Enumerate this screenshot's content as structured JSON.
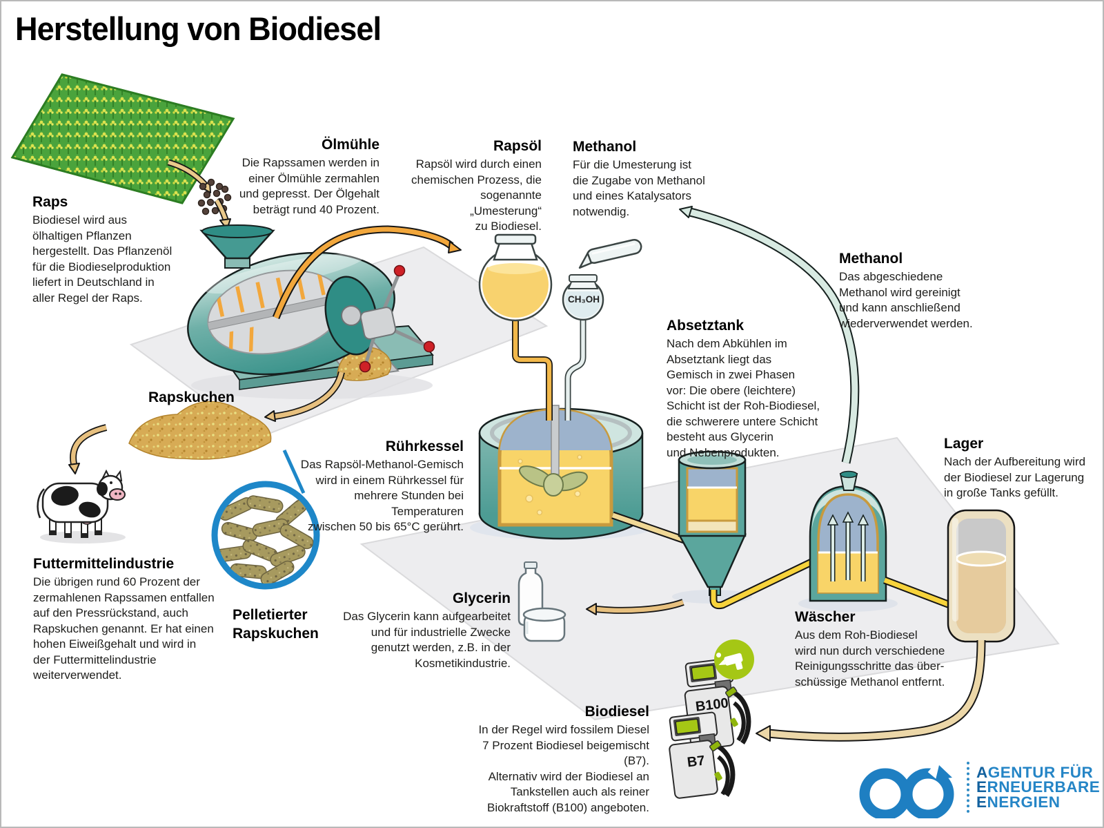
{
  "title": "Herstellung von Biodiesel",
  "nodes": {
    "raps": {
      "heading": "Raps",
      "body": "Biodiesel wird aus\nölhaltigen Pflanzen\nhergestellt. Das Pflanzenöl\nfür die Biodieselproduktion\nliefert in Deutschland in\naller Regel der Raps."
    },
    "oelmuehle": {
      "heading": "Ölmühle",
      "body": "Die Rapssamen werden in\neiner Ölmühle zermahlen\nund gepresst. Der Ölgehalt\nbeträgt rund 40 Prozent."
    },
    "rapsoel": {
      "heading": "Rapsöl",
      "body": "Rapsöl wird durch einen\nchemischen Prozess, die\nsogenannte „Umesterung“\nzu Biodiesel."
    },
    "methanol_in": {
      "heading": "Methanol",
      "body": "Für die Umesterung ist\ndie Zugabe von Methanol\nund eines Katalysators\nnotwendig."
    },
    "methanol_recycle": {
      "heading": "Methanol",
      "body": "Das abgeschiedene\nMethanol wird gereinigt\nund kann anschließend\nwiederverwendet werden."
    },
    "absetztank": {
      "heading": "Absetztank",
      "body": "Nach dem Abkühlen im\nAbsetztank liegt das\nGemisch in zwei Phasen\nvor: Die obere (leichtere)\nSchicht ist der Roh-Biodiesel,\ndie schwerere untere Schicht\nbesteht aus Glycerin\nund Nebenprodukten."
    },
    "ruehrkessel": {
      "heading": "Rührkessel",
      "body": "Das Rapsöl-Methanol-Gemisch\nwird in einem Rührkessel für\nmehrere Stunden bei Temperaturen\nzwischen 50 bis 65°C gerührt."
    },
    "rapskuchen": {
      "heading": "Rapskuchen"
    },
    "pellet": {
      "heading": "Pelletierter\nRapskuchen"
    },
    "futtermittel": {
      "heading": "Futtermittelindustrie",
      "body": "Die übrigen rund 60 Prozent der\nzermahlenen Rapssamen entfallen\nauf den Pressrückstand, auch\nRapskuchen genannt. Er hat einen\nhohen Eiweißgehalt und  wird in\nder Futtermittelindustrie\nweiterverwendet."
    },
    "glycerin": {
      "heading": "Glycerin",
      "body": "Das Glycerin kann aufgearbeitet\nund für industrielle Zwecke\ngenutzt werden, z.B. in der\nKosmetikindustrie."
    },
    "waescher": {
      "heading": "Wäscher",
      "body": "Aus dem Roh-Biodiesel\nwird nun durch verschiedene\nReinigungsschritte das über-\nschüssige Methanol entfernt."
    },
    "lager": {
      "heading": "Lager",
      "body": "Nach der Aufbereitung wird\nder Biodiesel zur Lagerung\nin große Tanks gefüllt."
    },
    "biodiesel": {
      "heading": "Biodiesel",
      "body": "In der Regel wird fossilem Diesel\n7 Prozent Biodiesel beigemischt (B7).\nAlternativ wird der Biodiesel an\nTankstellen auch als reiner\nBiokraftstoff (B100) angeboten."
    }
  },
  "labels": {
    "flask_formula": "CH₃OH",
    "pump_top": "B100",
    "pump_bottom": "B7"
  },
  "logo": {
    "lines": [
      {
        "first": "A",
        "rest": "GENTUR FÜR"
      },
      {
        "first": "E",
        "rest": "RNEUERBARE"
      },
      {
        "first": "E",
        "rest": "NERGIEN"
      }
    ]
  },
  "colors": {
    "teal": "#5BA69D",
    "teal_dark": "#2F8D85",
    "teal_light": "#CFE6E0",
    "liquid_yellow": "#F8D468",
    "pipe_yellow": "#F7D33C",
    "orange": "#F2A73C",
    "arrow_tan": "#E7C07F",
    "platform_gray": "#EDEDEF",
    "headspace_blue": "#9DB3CC",
    "tank_cream": "#ECE0C2",
    "logo_blue": "#1E7FC2",
    "pump_green": "#A5C715",
    "field_green": "#4AA33C",
    "pellet_olive": "#A79A5F",
    "knob_red": "#CE2127"
  }
}
